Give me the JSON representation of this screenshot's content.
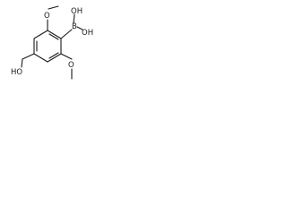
{
  "structure": {
    "labels": {
      "b": "B",
      "oh_top": "OH",
      "oh_right": "OH",
      "o_top": "O",
      "o_bottom": "O",
      "ho": "HO"
    }
  }
}
